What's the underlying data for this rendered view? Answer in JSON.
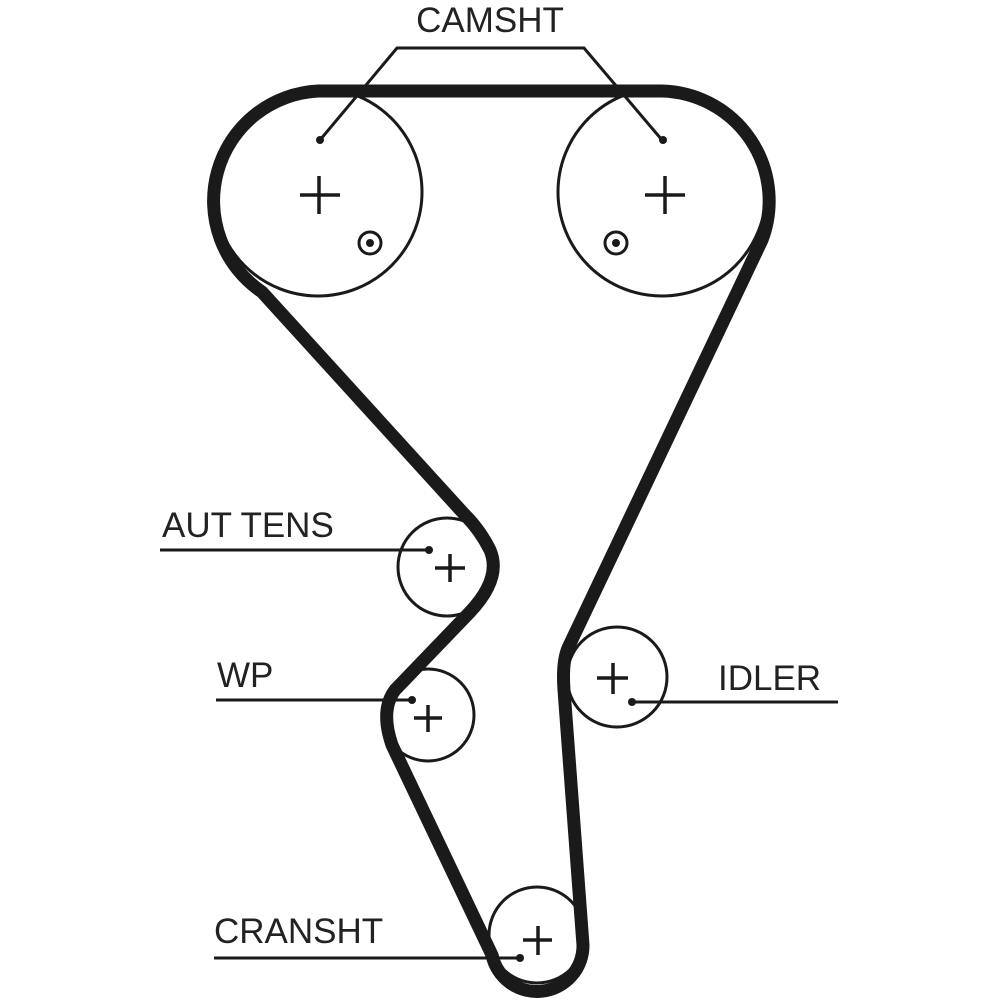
{
  "diagram": {
    "title": "Timing belt routing diagram",
    "colors": {
      "line": "#1a1a1a",
      "text": "#222222",
      "background": "#ffffff"
    },
    "labels": {
      "camshaft": "CAMSHT",
      "auto_tensioner": "AUT TENS",
      "water_pump": "WP",
      "idler": "IDLER",
      "crankshaft": "CRANSHT"
    },
    "components": [
      {
        "id": "camshaft-left",
        "label_ref": "camshaft",
        "has_timing_mark": true
      },
      {
        "id": "camshaft-right",
        "label_ref": "camshaft",
        "has_timing_mark": true
      },
      {
        "id": "auto-tensioner",
        "label_ref": "auto_tensioner",
        "has_timing_mark": false
      },
      {
        "id": "water-pump",
        "label_ref": "water_pump",
        "has_timing_mark": false
      },
      {
        "id": "idler",
        "label_ref": "idler",
        "has_timing_mark": false
      },
      {
        "id": "crankshaft",
        "label_ref": "crankshaft",
        "has_timing_mark": false
      }
    ]
  }
}
